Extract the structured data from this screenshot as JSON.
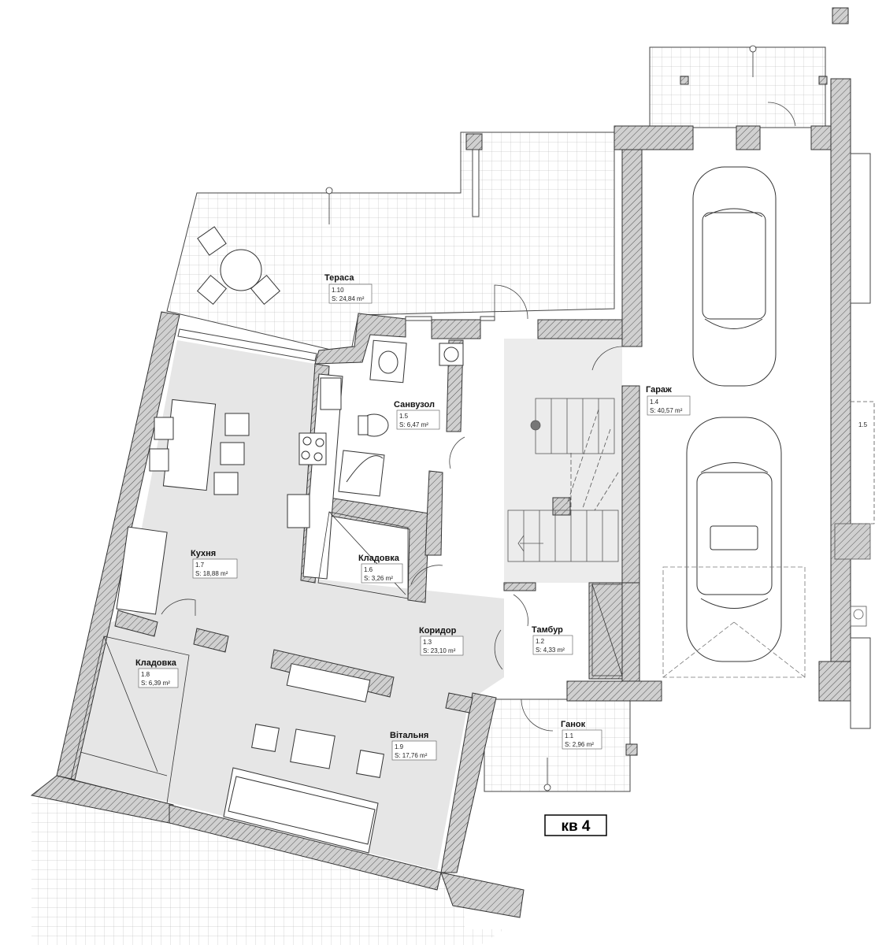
{
  "plan": {
    "flat_label": "кв 4",
    "rooms": [
      {
        "id": "terrace",
        "name": "Тераса",
        "number": "1.10",
        "area": "S: 24,84 m²"
      },
      {
        "id": "bathroom",
        "name": "Санвузол",
        "number": "1.5",
        "area": "S: 6,47 m²"
      },
      {
        "id": "garage",
        "name": "Гараж",
        "number": "1.4",
        "area": "S: 40,57 m²"
      },
      {
        "id": "kitchen",
        "name": "Кухня",
        "number": "1.7",
        "area": "S: 18,88 m²"
      },
      {
        "id": "storage-1",
        "name": "Кладовка",
        "number": "1.6",
        "area": "S: 3,26 m²"
      },
      {
        "id": "corridor",
        "name": "Коридор",
        "number": "1.3",
        "area": "S: 23,10 m²"
      },
      {
        "id": "vestibule",
        "name": "Тамбур",
        "number": "1.2",
        "area": "S: 4,33 m²"
      },
      {
        "id": "storage-2",
        "name": "Кладовка",
        "number": "1.8",
        "area": "S: 6,39 m²"
      },
      {
        "id": "porch",
        "name": "Ганок",
        "number": "1.1",
        "area": "S: 2,96 m²"
      },
      {
        "id": "living",
        "name": "Вітальня",
        "number": "1.9",
        "area": "S: 17,76 m²"
      }
    ],
    "fragment_label": "1.5",
    "colors": {
      "wall_fill": "#c8c8c8",
      "wall_stroke": "#333333",
      "floor_shade": "#e6e6e6",
      "tile_line": "#9a9a9a",
      "furniture_stroke": "#444444"
    }
  }
}
